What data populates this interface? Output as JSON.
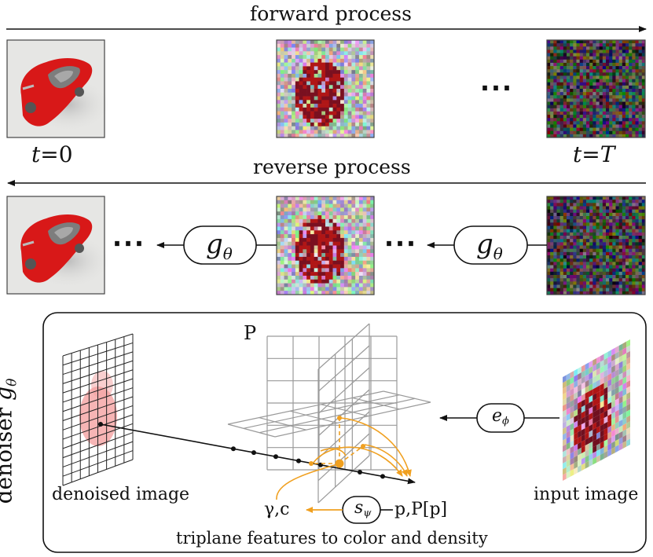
{
  "forward": {
    "label": "forward process",
    "t_start_var": "t",
    "t_start_eq": "=0",
    "t_end_var": "t",
    "t_end_eq": "=T",
    "ellipsis": "⋯"
  },
  "reverse": {
    "label": "reverse process",
    "ellipsis_left": "⋯",
    "ellipsis_right": "⋯",
    "denoiser_symbol": "g",
    "denoiser_subscript": "θ"
  },
  "panel": {
    "side_label": "denoiser",
    "side_symbol": "g",
    "side_subscript": "θ",
    "plane_label": "P",
    "denoised_caption": "denoised image",
    "input_caption": "input image",
    "encoder_symbol": "e",
    "encoder_subscript": "ϕ",
    "mlp_symbol": "s",
    "mlp_subscript": "ψ",
    "output_label": "γ,c",
    "point_label": "p,P[p]",
    "footer": "triplane features to color and density"
  },
  "colors": {
    "accent": "#f0a020",
    "car_red": "#d81818",
    "line": "#111111",
    "grid": "#9a9a9a"
  }
}
